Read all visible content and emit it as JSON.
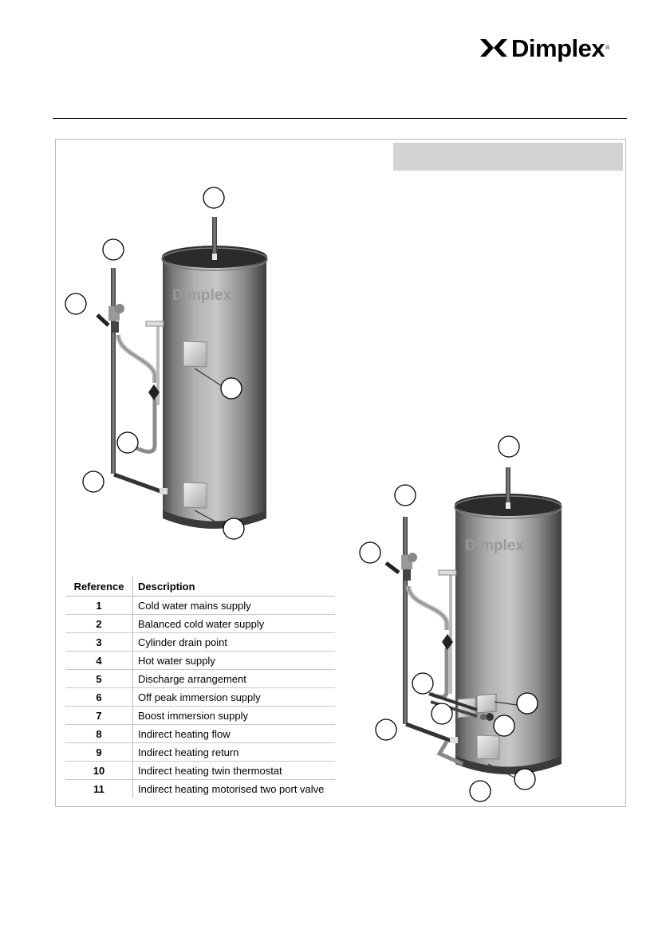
{
  "header": {
    "logo_text": "Dimplex",
    "logo_reg": "®"
  },
  "cylinder": {
    "brand_text": "Dimplex"
  },
  "table": {
    "headers": [
      "Reference",
      "Description"
    ],
    "rows": [
      {
        "ref": "1",
        "desc": "Cold water mains supply"
      },
      {
        "ref": "2",
        "desc": "Balanced cold water supply"
      },
      {
        "ref": "3",
        "desc": "Cylinder drain point"
      },
      {
        "ref": "4",
        "desc": "Hot water supply"
      },
      {
        "ref": "5",
        "desc": "Discharge arrangement"
      },
      {
        "ref": "6",
        "desc": "Off peak immersion supply"
      },
      {
        "ref": "7",
        "desc": "Boost immersion supply"
      },
      {
        "ref": "8",
        "desc": "Indirect heating flow"
      },
      {
        "ref": "9",
        "desc": "Indirect heating return"
      },
      {
        "ref": "10",
        "desc": "Indirect heating twin thermostat"
      },
      {
        "ref": "11",
        "desc": "Indirect heating motorised two port valve"
      }
    ]
  }
}
